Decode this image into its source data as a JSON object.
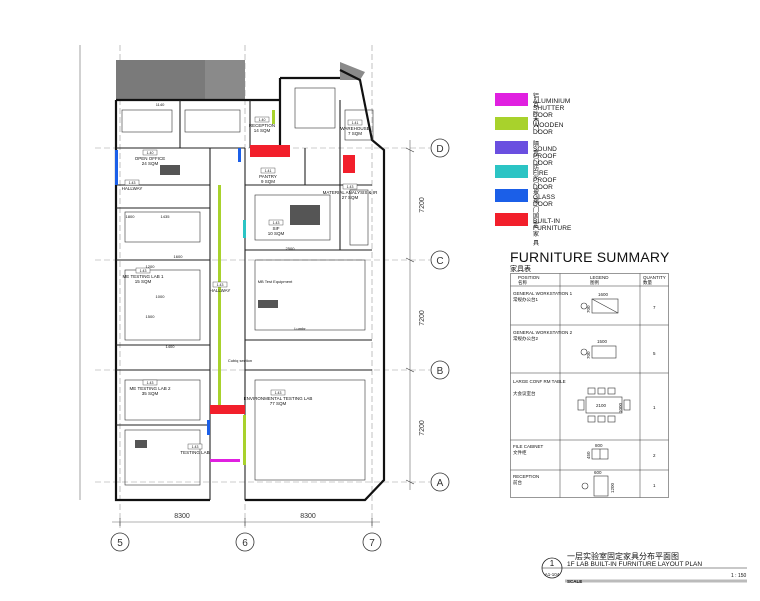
{
  "plan": {
    "dims": {
      "left": "8300",
      "right": "8300",
      "v1": "7200",
      "v2": "7200",
      "v3": "7200"
    },
    "grid_cols": [
      "5",
      "6",
      "7"
    ],
    "grid_rows": [
      "D",
      "C",
      "B",
      "A"
    ],
    "rooms": [
      {
        "code": "1.40",
        "name": "RECEPTION",
        "area": "14 SQM"
      },
      {
        "code": "1.40",
        "name": "OPEN OFFICE",
        "area": "24 SQM"
      },
      {
        "code": "1.41",
        "name": "WAREHOUSE",
        "area": "7 SQM"
      },
      {
        "code": "1.41",
        "name": "PANTRY",
        "area": "9 SQM"
      },
      {
        "code": "1.43",
        "name": "HALLWAY",
        "area": ""
      },
      {
        "code": "1.43",
        "name": "ME TESTING LAB 1",
        "area": "15 SQM"
      },
      {
        "code": "1.43",
        "name": "HALLWAY",
        "area": ""
      },
      {
        "code": "1.43",
        "name": "MATERIAL ANALYSIS & IR",
        "area": "27 SQM"
      },
      {
        "code": "1.43",
        "name": "ME TESTING LAB 2",
        "area": "35 SQM"
      },
      {
        "code": "1.43",
        "name": "ENVIRONMENTAL TESTING LAB",
        "area": "77 SQM"
      },
      {
        "code": "1.43",
        "name": "TESTING LAB",
        "area": ""
      },
      {
        "code": "1.43",
        "name": "SIF",
        "area": "10 SQM"
      }
    ],
    "labels": [
      "1140",
      "1800",
      "1435",
      "1200",
      "1000",
      "1500",
      "1400",
      "1600",
      "2500",
      "MB Test Equipment",
      "Lumbr",
      "Cubiq section"
    ]
  },
  "legend": [
    {
      "cn": "铝百叶门",
      "en": "ALUMINIUM SHUTTER DOOR",
      "color": "#e020e0"
    },
    {
      "cn": "木门",
      "en": "WOODEN DOOR",
      "color": "#a8d22c"
    },
    {
      "cn": "隔音门",
      "en": "SOUND PROOF DOOR",
      "color": "#6a4fe0"
    },
    {
      "cn": "防火门",
      "en": "FIRE PROOF DOOR",
      "color": "#2bc4c4"
    },
    {
      "cn": "玻璃门",
      "en": "GLASS DOOR",
      "color": "#1b5fe8"
    },
    {
      "cn": "固定家具",
      "en": "BUILT-IN FURNITURE",
      "color": "#f21f2b"
    }
  ],
  "summary": {
    "title": "FURNITURE SUMMARY",
    "subtitle": "家具表",
    "headers": [
      {
        "en": "POSITION",
        "cn": "名称"
      },
      {
        "en": "LEGEND",
        "cn": "图例"
      },
      {
        "en": "QUANTITY",
        "cn": "数量"
      }
    ],
    "rows": [
      {
        "pos": "GENERAL WORKSTATION 1",
        "cn": "常规办公台1",
        "dim_w": "1600",
        "dim_h": "700",
        "qty": "7"
      },
      {
        "pos": "GENERAL WORKSTATION 2",
        "cn": "常规办公台2",
        "dim_w": "1500",
        "dim_h": "700",
        "qty": "5"
      },
      {
        "pos": "LARGE CONF RM TABLE",
        "cn": "大会议室台",
        "dim_w": "2100",
        "dim_h": "1000",
        "qty": "1"
      },
      {
        "pos": "FILE CABINET",
        "cn": "文件柜",
        "dim_w": "800",
        "dim_h": "450",
        "qty": "2"
      },
      {
        "pos": "RECEPTION",
        "cn": "前台",
        "dim_w": "600",
        "dim_h": "1200",
        "qty": "1"
      }
    ]
  },
  "title_block": {
    "number": "1",
    "sheet": "A1-104",
    "title_cn": "一层实验室固定家具分布平面图",
    "title_en": "1F LAB BUILT-IN FURNITURE LAYOUT PLAN",
    "scale_label": "SCALE",
    "scale": "1 : 150"
  }
}
